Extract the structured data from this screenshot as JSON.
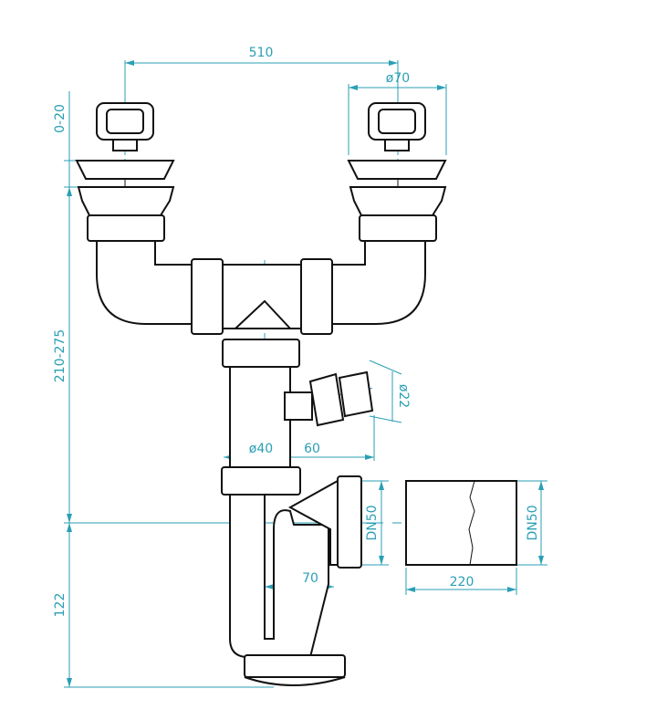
{
  "drawing": {
    "dimensions": {
      "overall_width": "510",
      "strainer_diameter": "ø70",
      "top_adjust": "0-20",
      "height_range": "210-275",
      "bottom_height": "122",
      "pipe_diameter": "ø40",
      "hose_offset": "60",
      "hose_diameter": "ø22",
      "trap_outlet_offset": "70",
      "outlet_size_left": "DN50",
      "outlet_size_right": "DN50",
      "pipe_length": "220"
    },
    "colors": {
      "dimension": "#2a9fb5",
      "outline": "#111111"
    }
  }
}
